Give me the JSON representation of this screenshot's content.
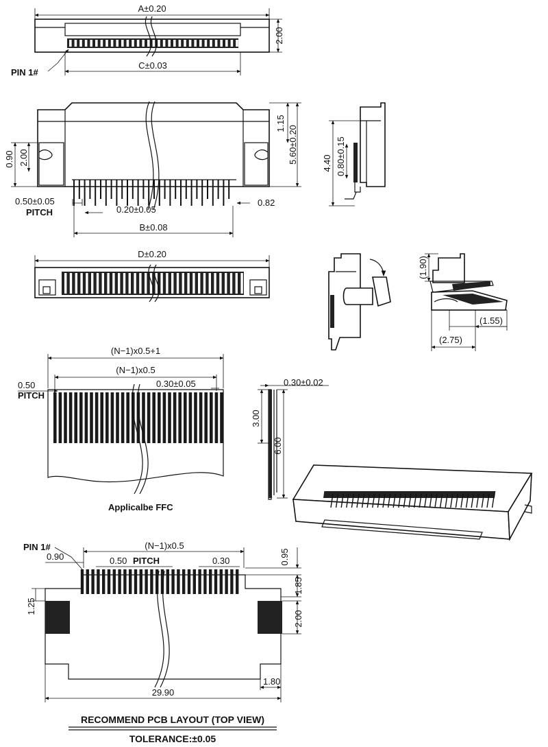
{
  "views": {
    "top_view": {
      "dim_a": "A±0.20",
      "dim_c": "C±0.03",
      "dim_height": "2.00",
      "pin1_label": "PIN 1#"
    },
    "front_view": {
      "dim_total_height": "5.60±0.20",
      "dim_upper": "1.15",
      "dim_left_outer": "0.90",
      "dim_left_inner": "2.00",
      "dim_pitch": "0.50±0.05",
      "pitch_label": "PITCH",
      "dim_pin_width": "0.20±0.05",
      "dim_right_offset": "0.82",
      "dim_b": "B±0.08"
    },
    "side_view": {
      "dim_height": "4.40",
      "dim_offset": "0.80±0.15"
    },
    "bottom_view": {
      "dim_d": "D±0.20"
    },
    "actuator_detail": {
      "dim_190": "(1.90)",
      "dim_155": "(1.55)",
      "dim_275": "(2.75)"
    },
    "ffc": {
      "dim_overall": "(N−1)x0.5+1",
      "dim_span": "(N−1)x0.5",
      "dim_pitch": "0.50",
      "pitch_label": "PITCH",
      "dim_conductor": "0.30±0.05",
      "dim_thickness": "0.30±0.02",
      "dim_exposed": "3.00",
      "dim_stiffener": "6.00",
      "caption": "Applicalbe  FFC"
    },
    "pcb_layout": {
      "pin1_label": "PIN 1#",
      "dim_span": "(N−1)x0.5",
      "dim_090": "0.90",
      "dim_pitch": "0.50",
      "pitch_label": "PITCH",
      "dim_pad_width": "0.30",
      "dim_095": "0.95",
      "dim_185": "1.85",
      "dim_125": "1.25",
      "dim_200": "2.00",
      "dim_180": "1.80",
      "dim_total": "29.90",
      "title": "RECOMMEND  PCB  LAYOUT  (TOP  VIEW)",
      "tolerance": "TOLERANCE:±0.05"
    }
  }
}
